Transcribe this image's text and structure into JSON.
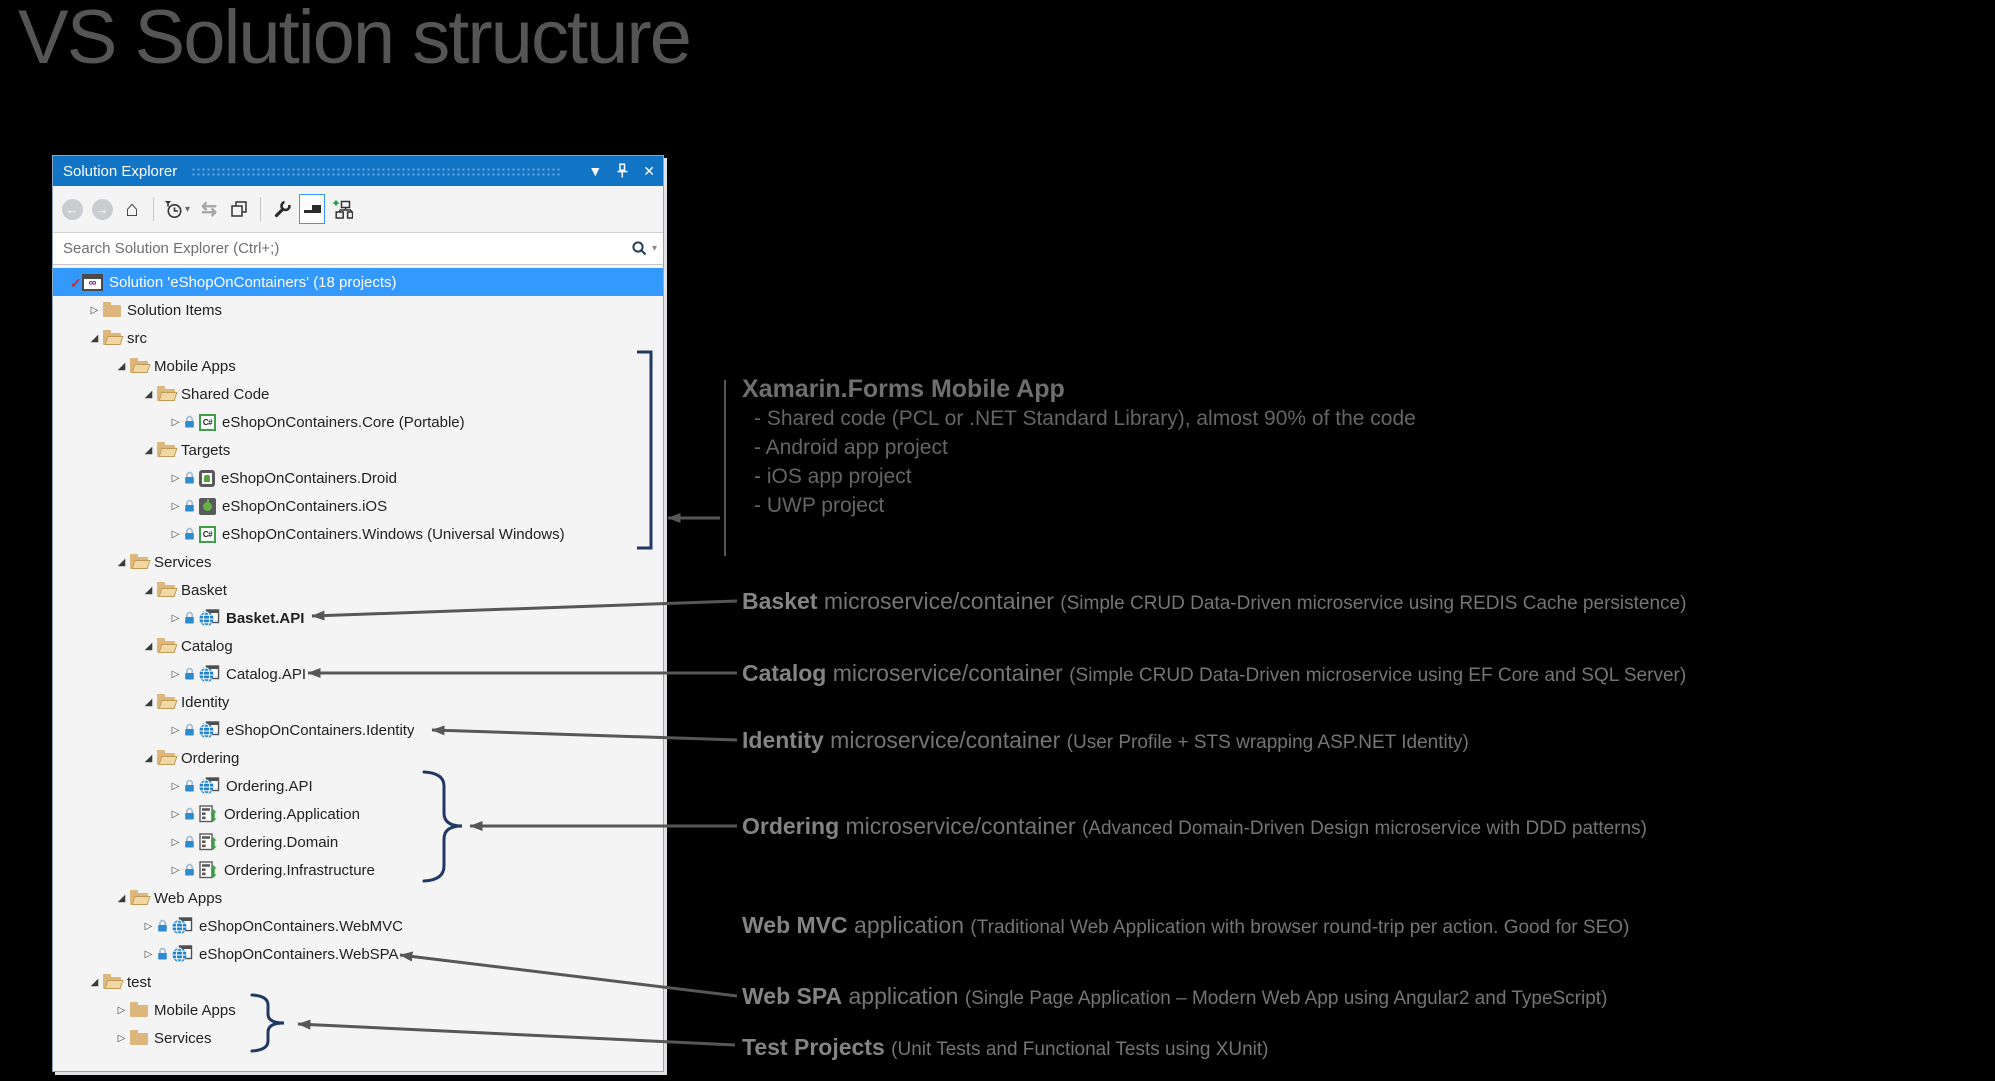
{
  "page_title": "VS Solution structure",
  "colors": {
    "titlebar_blue": "#1174c5",
    "selection_blue": "#3399ff",
    "panel_background": "#f4f4f4",
    "folder_tan": "#dcb67a",
    "brace_navy": "#1f3864",
    "arrow_gray": "#575757",
    "annotation_gray": "#6f6f6f"
  },
  "panel": {
    "title": "Solution Explorer",
    "window_controls": [
      "window-position-menu",
      "pin",
      "close"
    ],
    "toolbar_icons": [
      "back",
      "forward",
      "home",
      "pending-changes-filter",
      "refresh",
      "collapse-all",
      "properties",
      "preview-selected-items",
      "add-new-item"
    ],
    "search": {
      "placeholder": "Search Solution Explorer (Ctrl+;)"
    },
    "tree": [
      {
        "label": "Solution 'eShopOnContainers' (18 projects)",
        "level": 0,
        "expand": "none",
        "icon": "solution",
        "selected": true
      },
      {
        "label": "Solution Items",
        "level": 1,
        "expand": "collapsed",
        "icon": "folder-closed"
      },
      {
        "label": "src",
        "level": 1,
        "expand": "expanded",
        "icon": "folder-open"
      },
      {
        "label": "Mobile Apps",
        "level": 2,
        "expand": "expanded",
        "icon": "folder-open"
      },
      {
        "label": "Shared Code",
        "level": 3,
        "expand": "expanded",
        "icon": "folder-open"
      },
      {
        "label": "eShopOnContainers.Core (Portable)",
        "level": 4,
        "expand": "collapsed",
        "icon": "csharp",
        "lock": true
      },
      {
        "label": "Targets",
        "level": 3,
        "expand": "expanded",
        "icon": "folder-open"
      },
      {
        "label": "eShopOnContainers.Droid",
        "level": 4,
        "expand": "collapsed",
        "icon": "android",
        "lock": true
      },
      {
        "label": "eShopOnContainers.iOS",
        "level": 4,
        "expand": "collapsed",
        "icon": "ios",
        "lock": true
      },
      {
        "label": "eShopOnContainers.Windows (Universal Windows)",
        "level": 4,
        "expand": "collapsed",
        "icon": "csharp",
        "lock": true
      },
      {
        "label": "Services",
        "level": 2,
        "expand": "expanded",
        "icon": "folder-open"
      },
      {
        "label": "Basket",
        "level": 3,
        "expand": "expanded",
        "icon": "folder-open"
      },
      {
        "label": "Basket.API",
        "level": 4,
        "expand": "collapsed",
        "icon": "web",
        "lock": true,
        "bold": true
      },
      {
        "label": "Catalog",
        "level": 3,
        "expand": "expanded",
        "icon": "folder-open"
      },
      {
        "label": "Catalog.API",
        "level": 4,
        "expand": "collapsed",
        "icon": "web",
        "lock": true
      },
      {
        "label": "Identity",
        "level": 3,
        "expand": "expanded",
        "icon": "folder-open"
      },
      {
        "label": "eShopOnContainers.Identity",
        "level": 4,
        "expand": "collapsed",
        "icon": "web",
        "lock": true
      },
      {
        "label": "Ordering",
        "level": 3,
        "expand": "expanded",
        "icon": "folder-open"
      },
      {
        "label": "Ordering.API",
        "level": 4,
        "expand": "collapsed",
        "icon": "web",
        "lock": true
      },
      {
        "label": "Ordering.Application",
        "level": 4,
        "expand": "collapsed",
        "icon": "lib",
        "lock": true
      },
      {
        "label": "Ordering.Domain",
        "level": 4,
        "expand": "collapsed",
        "icon": "lib",
        "lock": true
      },
      {
        "label": "Ordering.Infrastructure",
        "level": 4,
        "expand": "collapsed",
        "icon": "lib",
        "lock": true
      },
      {
        "label": "Web Apps",
        "level": 2,
        "expand": "expanded",
        "icon": "folder-open"
      },
      {
        "label": "eShopOnContainers.WebMVC",
        "level": 3,
        "expand": "collapsed",
        "icon": "web",
        "lock": true
      },
      {
        "label": "eShopOnContainers.WebSPA",
        "level": 3,
        "expand": "collapsed",
        "icon": "web",
        "lock": true
      },
      {
        "label": "test",
        "level": 1,
        "expand": "expanded",
        "icon": "folder-open"
      },
      {
        "label": "Mobile Apps",
        "level": 2,
        "expand": "collapsed",
        "icon": "folder-closed"
      },
      {
        "label": "Services",
        "level": 2,
        "expand": "collapsed",
        "icon": "folder-closed"
      }
    ]
  },
  "annotations": [
    {
      "id": "xamarin",
      "heading": "Xamarin.Forms Mobile App",
      "bullets": [
        "- Shared code (PCL or .NET Standard Library), almost 90% of the code",
        "- Android app project",
        "- iOS app project",
        "- UWP project"
      ]
    },
    {
      "id": "basket",
      "lead": "Basket",
      "mid": "microservice/container",
      "paren": "(Simple CRUD Data-Driven microservice using REDIS Cache persistence)"
    },
    {
      "id": "catalog",
      "lead": "Catalog",
      "mid": "microservice/container",
      "paren": "(Simple CRUD Data-Driven microservice using EF Core and SQL Server)"
    },
    {
      "id": "identity",
      "lead": "Identity",
      "mid": "microservice/container",
      "paren": "(User Profile + STS wrapping ASP.NET Identity)"
    },
    {
      "id": "ordering",
      "lead": "Ordering",
      "mid": "microservice/container",
      "paren": "(Advanced Domain-Driven Design microservice with DDD patterns)"
    },
    {
      "id": "webmvc",
      "lead": "Web MVC",
      "mid": "application",
      "paren": "(Traditional Web Application with browser round-trip per action. Good for SEO)"
    },
    {
      "id": "webspa",
      "lead": "Web SPA",
      "mid": "application",
      "paren": "(Single Page Application – Modern Web App using Angular2 and TypeScript)"
    },
    {
      "id": "test",
      "lead": "Test Projects",
      "mid": "",
      "paren": "(Unit Tests and Functional Tests using XUnit)"
    }
  ]
}
